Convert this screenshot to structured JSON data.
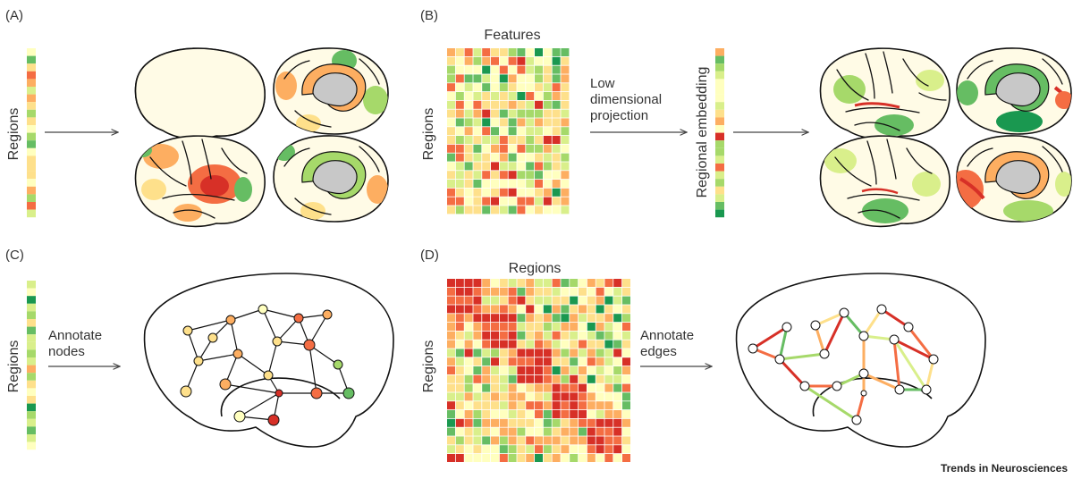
{
  "panels": {
    "a": {
      "label": "(A)",
      "axis": "Regions"
    },
    "b": {
      "label": "(B)",
      "top": "Features",
      "axis": "Regions",
      "arrow_lines": [
        "Low",
        "dimensional",
        "projection"
      ],
      "embedding": "Regional embedding"
    },
    "c": {
      "label": "(C)",
      "axis": "Regions",
      "arrow_lines": [
        "Annotate",
        "nodes"
      ]
    },
    "d": {
      "label": "(D)",
      "top": "Regions",
      "axis": "Regions",
      "arrow_lines": [
        "Annotate",
        "edges"
      ]
    }
  },
  "credit": "Trends in Neurosciences",
  "colors": {
    "palette": [
      "#d73027",
      "#f46d43",
      "#fdae61",
      "#fee08b",
      "#ffffbf",
      "#d9ef8b",
      "#a6d96a",
      "#66bd63",
      "#1a9850"
    ],
    "brain_fill": "#fffbe6",
    "outline": "#111111"
  }
}
